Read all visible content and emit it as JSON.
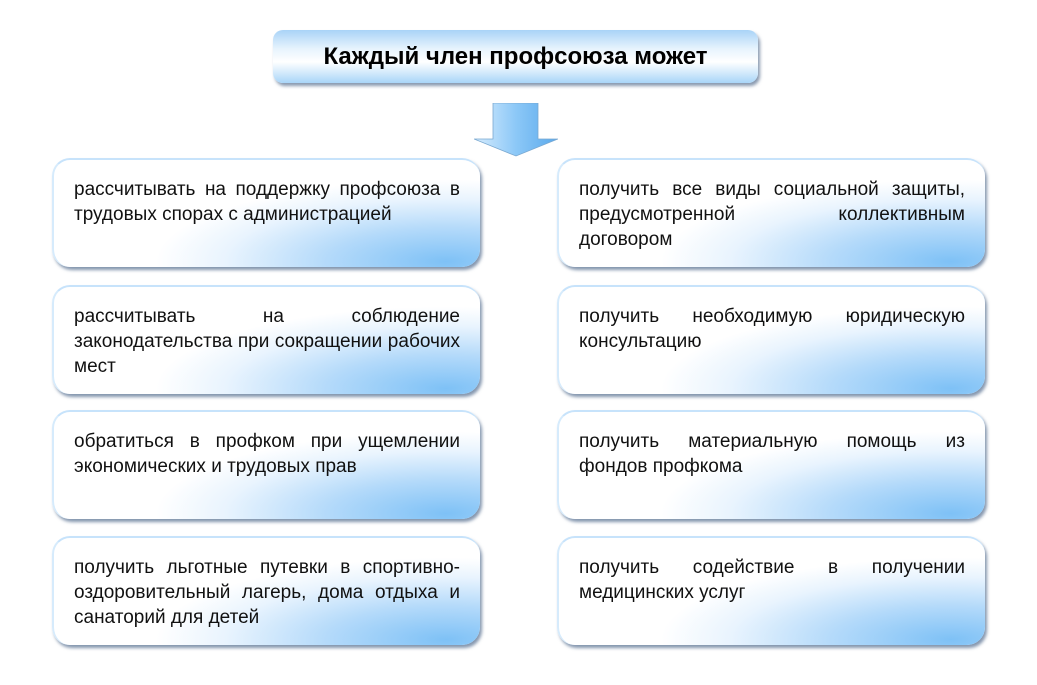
{
  "title": "Каждый член профсоюза может",
  "left": [
    "рассчитывать на поддержку профсоюза в трудовых спорах с администрацией",
    "рассчитывать на соблюдение законодательства при сокращении рабочих мест",
    "обратиться в профком при ущемлении экономических и трудовых прав",
    "получить льготные путевки в спортивно-оздоровительный лагерь, дома отдыха и санаторий для детей"
  ],
  "right": [
    "получить все виды социальной защиты, предусмотренной коллективным договором",
    "получить необходимую юридическую консультацию",
    "получить материальную помощь из фондов профкома",
    "получить содействие в получении медицинских услуг"
  ],
  "colors": {
    "accent": "#7ec1f6"
  }
}
